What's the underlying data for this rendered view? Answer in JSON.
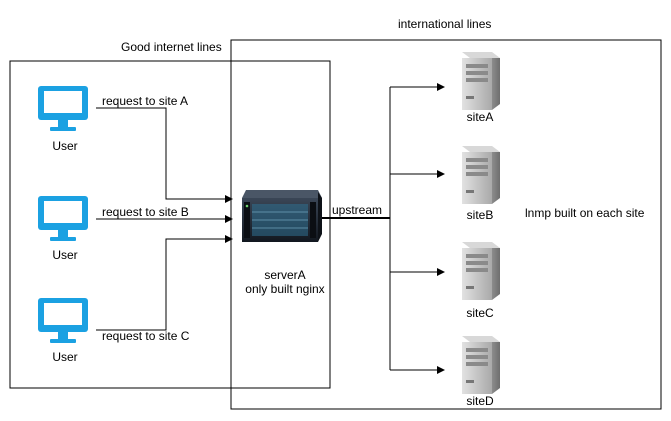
{
  "regions": {
    "good_lines": {
      "label": "Good internet lines"
    },
    "international_lines": {
      "label": "international lines"
    }
  },
  "users": [
    {
      "label": "User",
      "request": "request to site A"
    },
    {
      "label": "User",
      "request": "request to site B"
    },
    {
      "label": "User",
      "request": "request to site C"
    }
  ],
  "server": {
    "name": "serverA",
    "note": "only built nginx",
    "link_label": "upstream"
  },
  "sites": [
    {
      "label": "siteA"
    },
    {
      "label": "siteB"
    },
    {
      "label": "siteC"
    },
    {
      "label": "siteD"
    }
  ],
  "sites_note": "lnmp built on each site",
  "colors": {
    "monitor": "#1BA1E2",
    "server_dark": "#1e2530",
    "server_panel": "#2f6f8f",
    "site_gray": "#9e9e9e",
    "site_light": "#c8c8c8",
    "line": "#000000"
  },
  "icons": {
    "user": "monitor-icon",
    "server": "rack-server-icon",
    "site": "tower-server-icon"
  }
}
